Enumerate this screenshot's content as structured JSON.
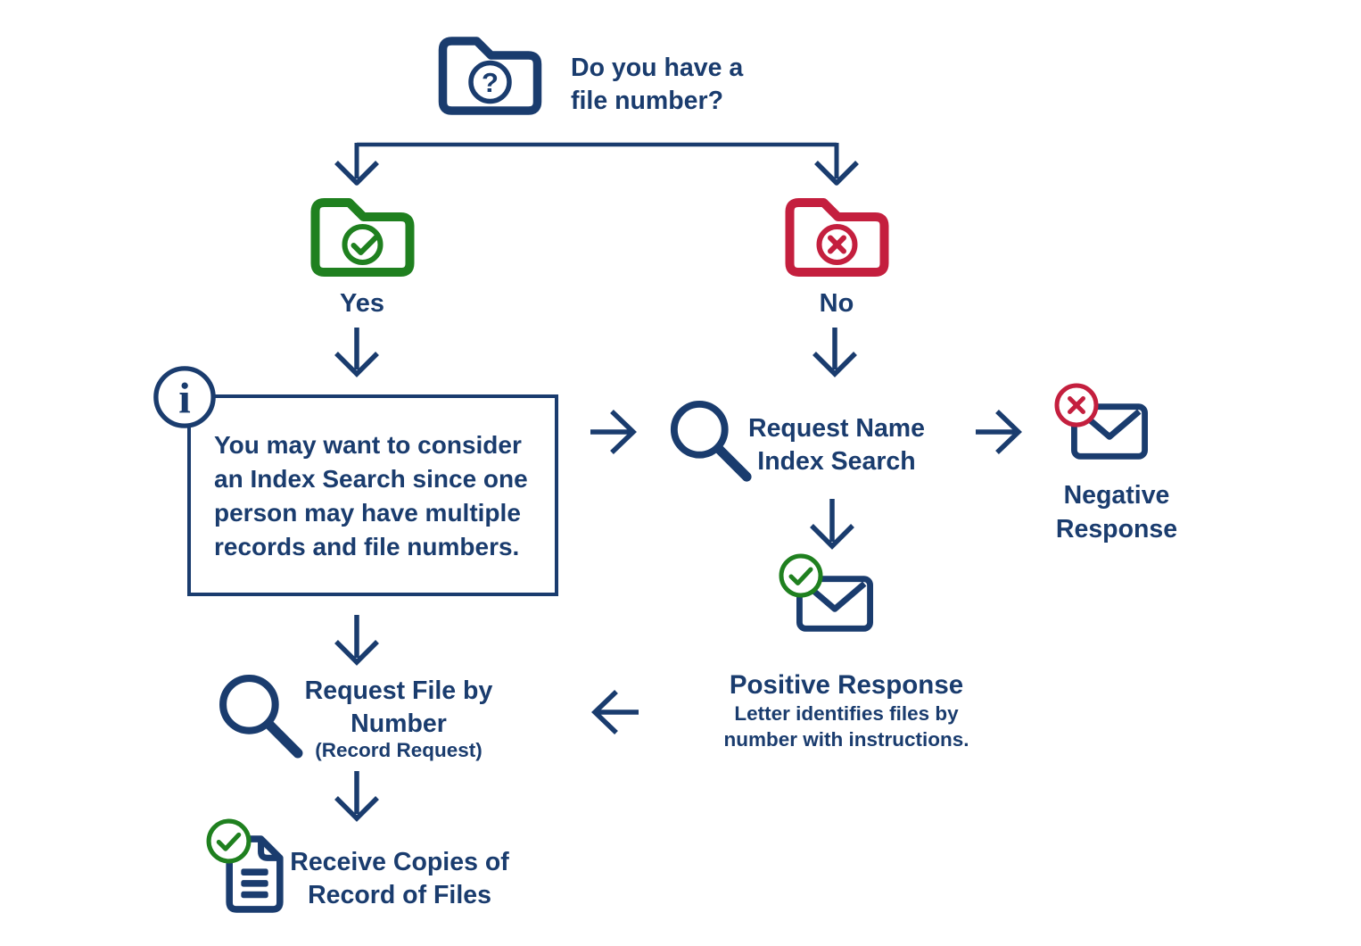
{
  "colors": {
    "navy": "#1a3c6e",
    "green": "#1f801f",
    "red": "#c41f3e",
    "background": "#ffffff"
  },
  "nodes": {
    "question": {
      "label": "Do you have a\nfile number?",
      "icon": "folder-question-icon",
      "glyph": "?"
    },
    "yes": {
      "label": "Yes",
      "icon": "folder-check-icon"
    },
    "no": {
      "label": "No",
      "icon": "folder-x-icon"
    },
    "info": {
      "text": "You may want to consider\nan Index Search since one\nperson may have multiple\nrecords and file numbers.",
      "icon": "info-icon",
      "glyph": "i"
    },
    "name_search": {
      "label": "Request Name\nIndex Search",
      "icon": "search-icon"
    },
    "negative": {
      "label": "Negative\nResponse",
      "icon": "envelope-x-icon"
    },
    "positive": {
      "title": "Positive Response",
      "subtitle": "Letter identifies files by\nnumber with instructions.",
      "icon": "envelope-check-icon"
    },
    "request_file": {
      "title": "Request File by\nNumber",
      "subtitle": "(Record Request)",
      "icon": "search-icon"
    },
    "receive": {
      "label": "Receive Copies of\nRecord of Files",
      "icon": "document-check-icon"
    }
  }
}
